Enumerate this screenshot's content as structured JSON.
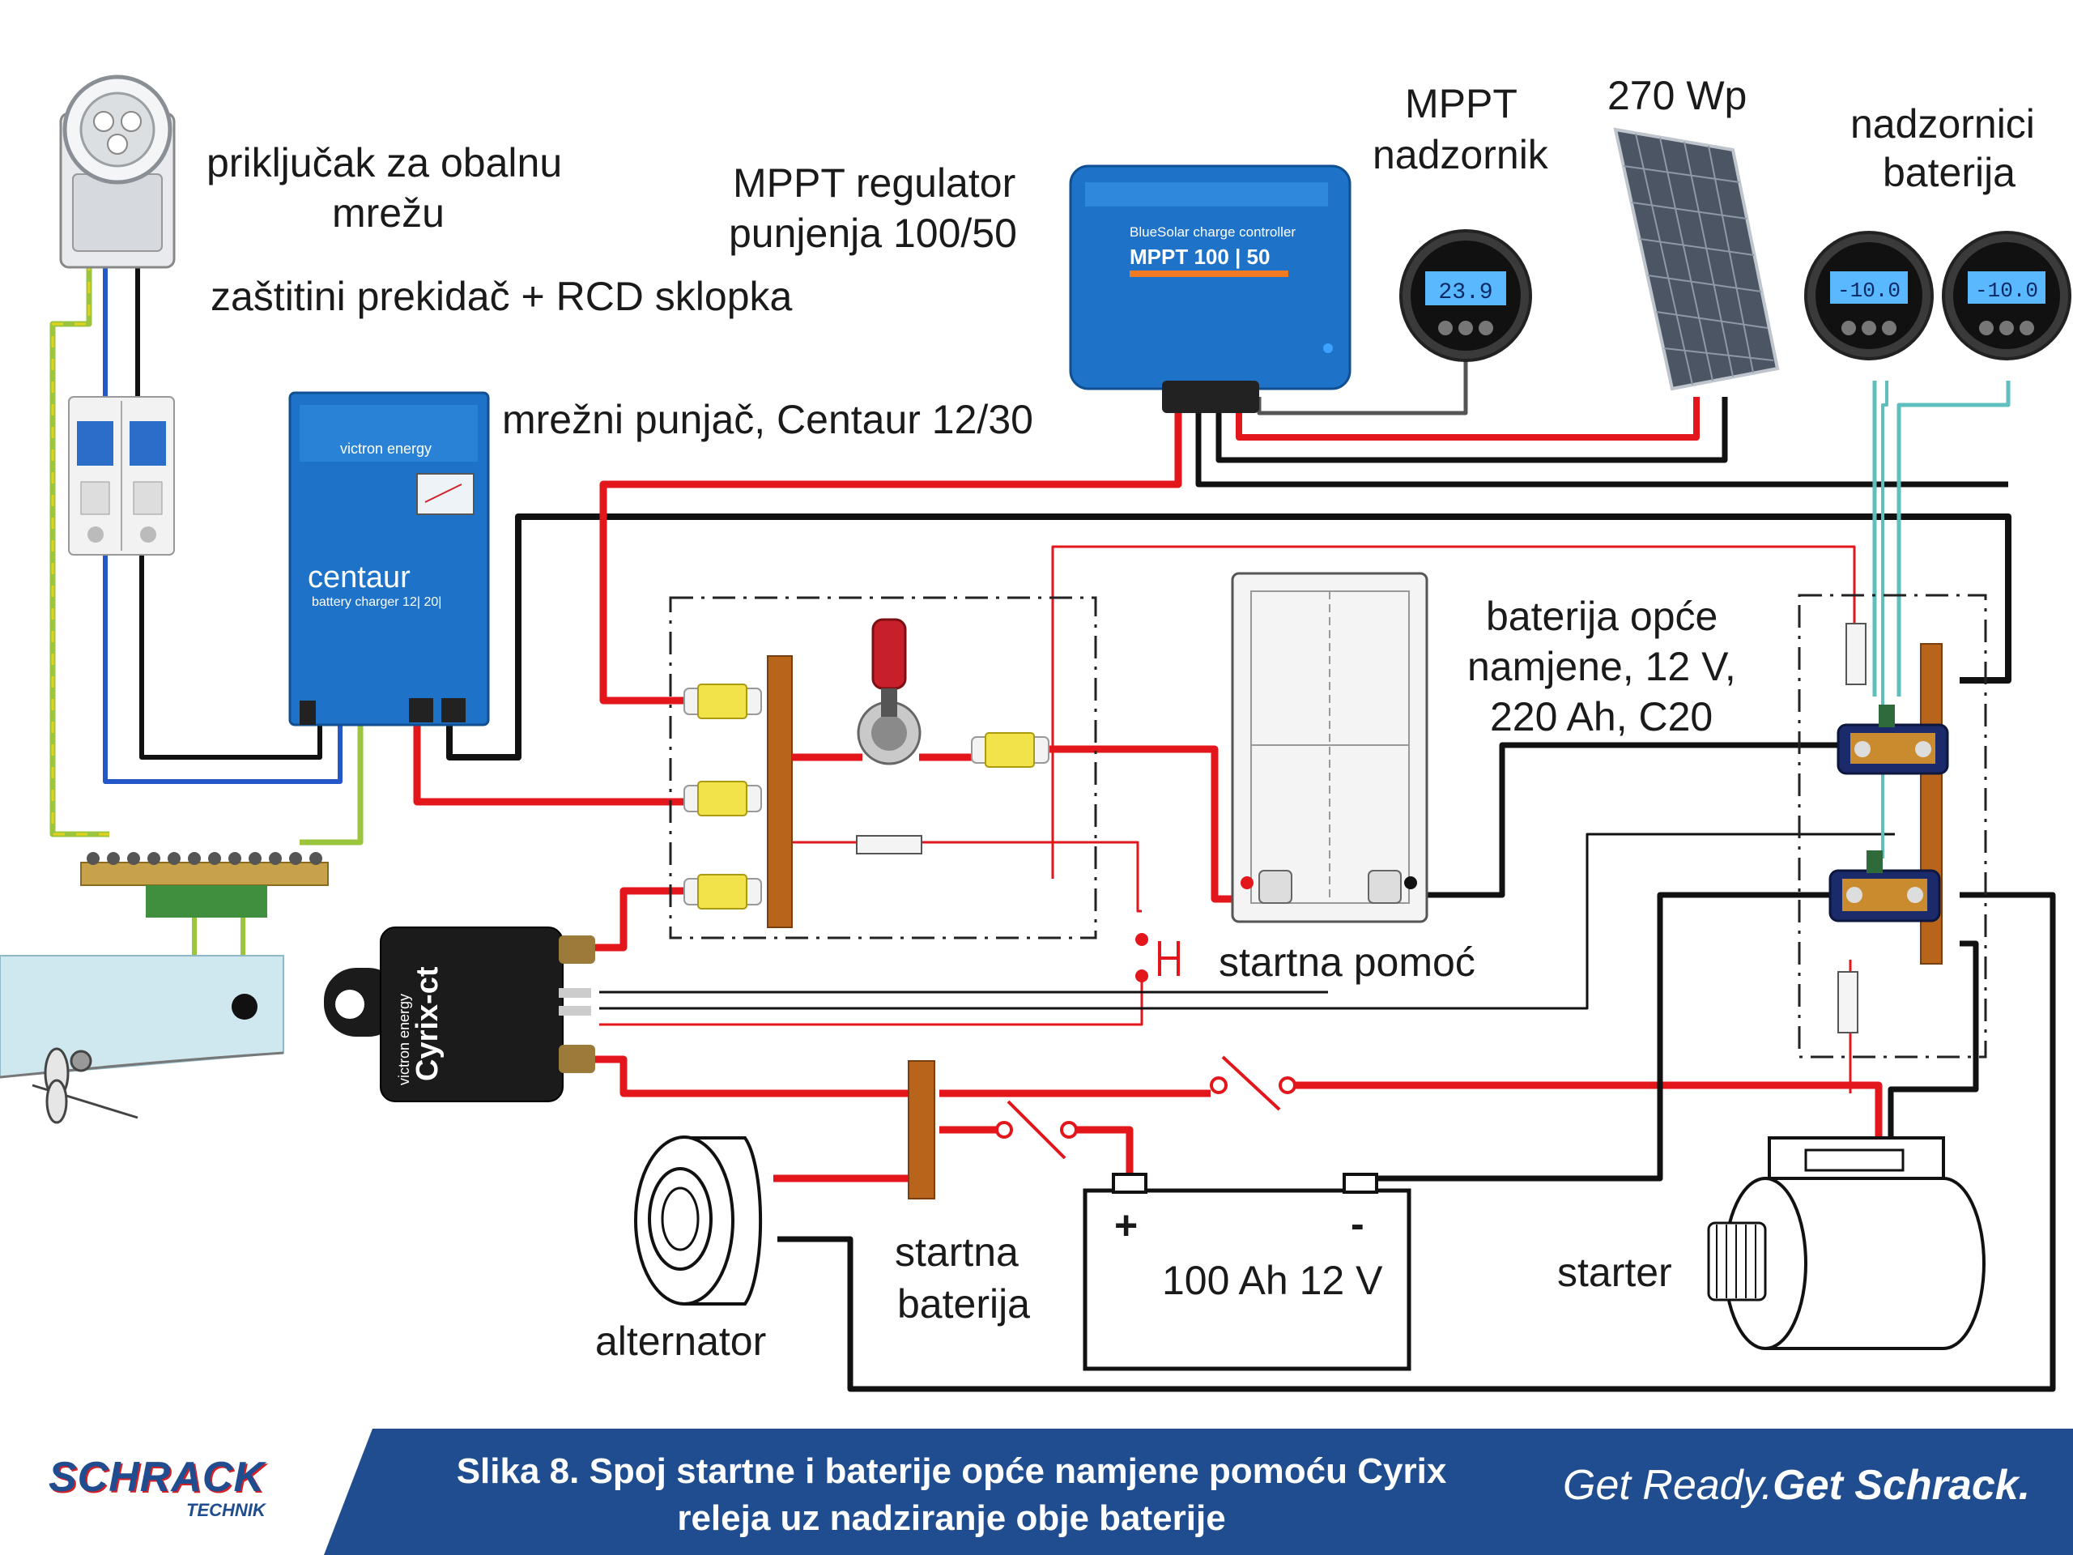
{
  "labels": {
    "shore_power": [
      "priključak  za obalnu",
      "mrežu"
    ],
    "breaker": "zaštitini prekidač + RCD sklopka",
    "mppt_regulator": [
      "MPPT regulator",
      "punjenja  100/50"
    ],
    "mppt_monitor": [
      "MPPT",
      "nadzornik"
    ],
    "solar_panel": "270 Wp",
    "battery_monitors": [
      "nadzornici",
      "baterija"
    ],
    "charger": "mrežni punjač,  Centaur 12/30",
    "house_battery": [
      "baterija  opće",
      "namjene,  12 V,",
      "220 Ah,  C20"
    ],
    "start_assist": "startna pomoć",
    "starting_battery": [
      "startna",
      "baterija"
    ],
    "battery_spec": "100 Ah  12 V",
    "plus": "+",
    "minus": "-",
    "alternator": "alternator",
    "starter": "starter"
  },
  "devices": {
    "mppt_brand": "BlueSolar charge controller",
    "mppt_model": "MPPT 100 | 50",
    "centaur_brand": "victron energy",
    "centaur_name": "centaur",
    "centaur_sub": "battery charger 12| 20|",
    "cyrix_name": "Cyrix-ct",
    "cyrix_brand": "victron energy",
    "mppt_display": "23.9",
    "bmv_display_1": "-10.0",
    "bmv_display_2": "-10.0"
  },
  "footer": {
    "brand": "SCHRACK",
    "brand_sub": "TECHNIK",
    "caption_line1": "Slika 8. Spoj startne i baterije opće namjene pomoću Cyrix",
    "caption_line2": "releja uz nadziranje obje baterije",
    "slogan_part1": "Get Ready.",
    "slogan_part2": "Get Schrack."
  },
  "colors": {
    "wire_red": "#e3161b",
    "wire_black": "#111111",
    "wire_blue": "#2458c8",
    "wire_green": "#9bc53d",
    "wire_cyan": "#5fbfbf",
    "busbar": "#b8651b",
    "victron_blue": "#1e73c8",
    "footer_blue": "#1f4d8f"
  }
}
